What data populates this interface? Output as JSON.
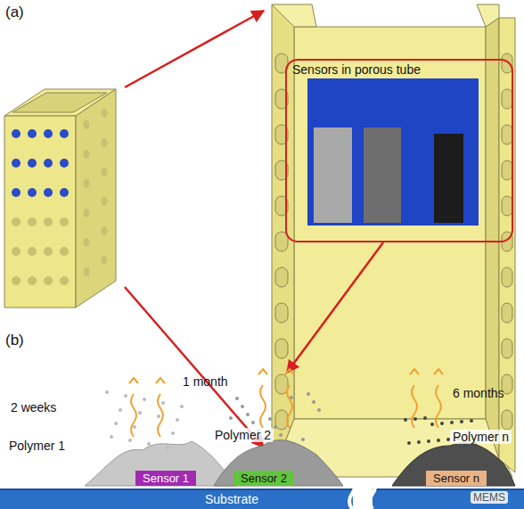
{
  "diagram": {
    "nodes": [
      {
        "text": [
          "Sensors in porous tube"
        ]
      },
      {
        "text": [
          "Sensor 1"
        ]
      },
      {
        "text": [
          "Sensor 2"
        ]
      },
      {
        "text": [
          "Sensor n"
        ]
      },
      {
        "text": [
          "Substrate"
        ]
      }
    ],
    "labels": [
      "(a)",
      "(b)",
      "2 weeks",
      "Polymer 1",
      "1 month",
      "Polymer 2",
      "6 months",
      "Polymer n",
      "MEMS"
    ]
  }
}
